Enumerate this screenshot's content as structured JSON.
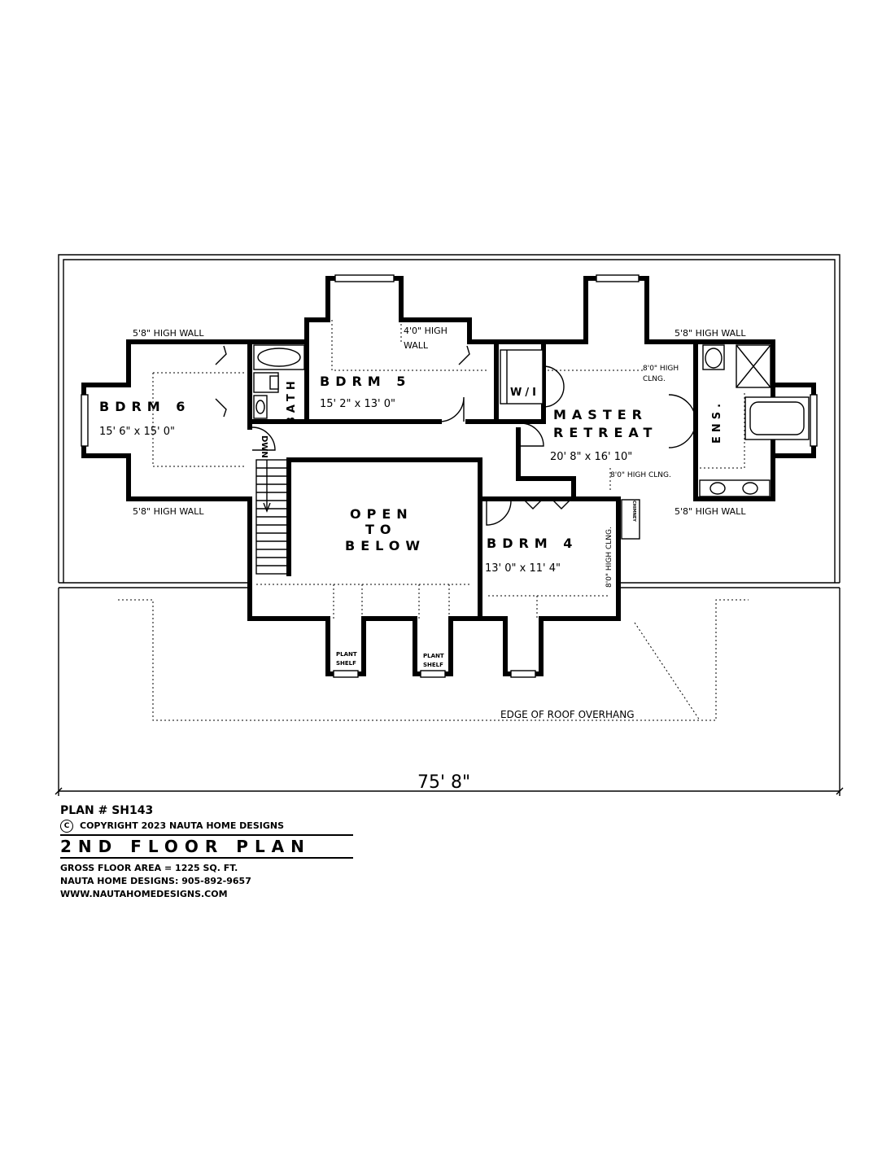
{
  "plan": {
    "overall_dimension": "75' 8\"",
    "roof_note": "EDGE OF ROOF OVERHANG",
    "rooms": {
      "bdrm6": {
        "name": "BDRM 6",
        "size": "15' 6\" x 15' 0\""
      },
      "bdrm5": {
        "name": "BDRM 5",
        "size": "15' 2\" x 13' 0\""
      },
      "master": {
        "name_line1": "MASTER",
        "name_line2": "RETREAT",
        "size": "20' 8\" x 16' 10\""
      },
      "bdrm4": {
        "name": "BDRM 4",
        "size": "13' 0\" x 11' 4\""
      },
      "open": {
        "line1": "OPEN",
        "line2": "TO",
        "line3": "BELOW"
      },
      "bath": "BATH",
      "ens": "ENS.",
      "wi": "W/I"
    },
    "notes": {
      "wall_58_top_left": "5'8\" HIGH WALL",
      "wall_58_bottom_left": "5'8\" HIGH WALL",
      "wall_58_top_right": "5'8\" HIGH WALL",
      "wall_58_bottom_right": "5'8\" HIGH WALL",
      "wall_40_line1": "4'0\" HIGH",
      "wall_40_line2": "WALL",
      "clng_80_a_line1": "8'0\" HIGH",
      "clng_80_a_line2": "CLNG.",
      "clng_80_b": "8'0\" HIGH CLNG.",
      "clng_80_c": "8'0\" HIGH CLNG.",
      "dwn": "DWN",
      "chimney": "CHIMNEY",
      "plant_shelf_1_line1": "PLANT",
      "plant_shelf_1_line2": "SHELF",
      "plant_shelf_2_line1": "PLANT",
      "plant_shelf_2_line2": "SHELF"
    }
  },
  "title_block": {
    "plan_number": "PLAN # SH143",
    "copyright_symbol": "C",
    "copyright": "COPYRIGHT 2023 NAUTA HOME DESIGNS",
    "title": "2ND FLOOR PLAN",
    "gross_area": "GROSS  FLOOR AREA   =   1225   SQ. FT.",
    "phone": "NAUTA HOME DESIGNS:  905-892-9657",
    "website": "WWW.NAUTAHOMEDESIGNS.COM"
  }
}
